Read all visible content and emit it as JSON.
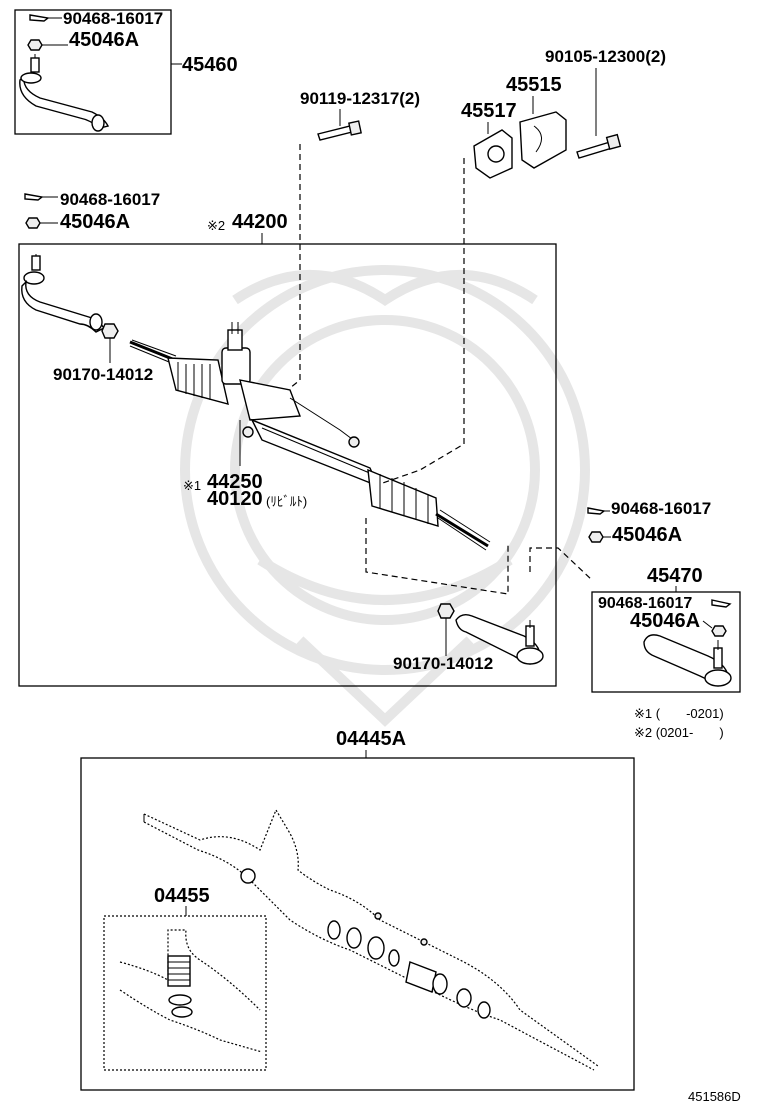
{
  "diagram_id": "451586D",
  "assemblies": {
    "tie_rod_left_box": {
      "number": "45460",
      "parts": [
        "90468-16017",
        "45046A"
      ]
    },
    "steering_gear_box": {
      "number": "44200",
      "note_mark": "※2",
      "parts": {
        "cotter_pin": "90468-16017",
        "nut": "45046A",
        "lock_nut_left": "90170-14012",
        "lock_nut_right": "90170-14012",
        "gear_note_mark": "※1",
        "gear_number": "44250",
        "rebuilt_number": "40120",
        "rebuilt_label": "(ﾘﾋﾞﾙﾄ)"
      }
    },
    "top_parts": {
      "bolt_a": "90119-12317(2)",
      "bolt_b": "90105-12300(2)",
      "bracket": "45515",
      "grommet": "45517"
    },
    "tie_rod_right_box": {
      "number": "45470",
      "outside_cotter_pin": "90468-16017",
      "outside_nut": "45046A",
      "inside_cotter_pin": "90468-16017",
      "inside_nut": "45046A"
    },
    "notes": {
      "note1": "※1 (　　-0201)",
      "note2": "※2 (0201-　　)"
    },
    "gasket_kit_box": {
      "number": "04445A",
      "sub_number": "04455"
    }
  }
}
